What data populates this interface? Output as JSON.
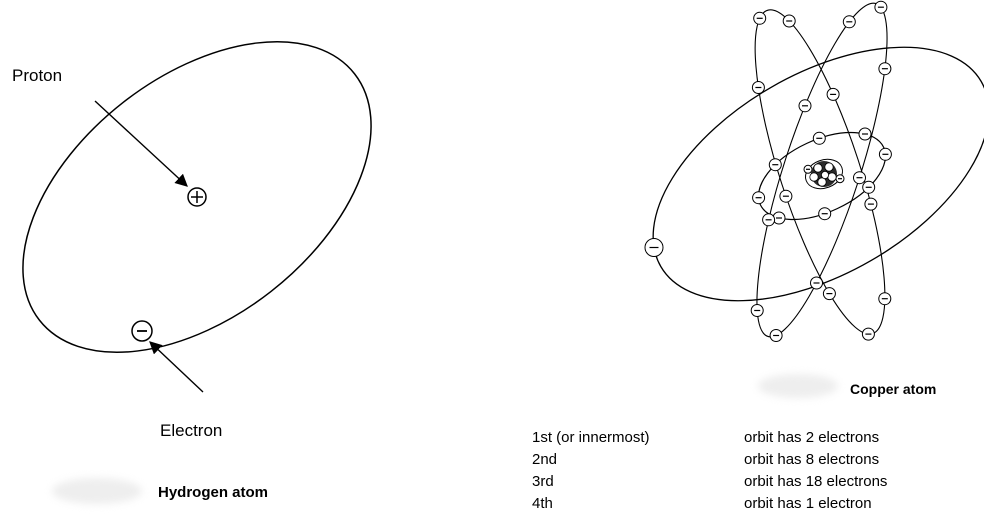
{
  "hydrogen": {
    "proton_label": "Proton",
    "electron_label": "Electron",
    "title": "Hydrogen atom",
    "proton_symbol": "+",
    "electron_symbol": "−"
  },
  "copper": {
    "title": "Copper atom",
    "electron_symbol": "−",
    "shells": [
      {
        "name": "1st (or innermost)",
        "desc": "orbit has 2 electrons",
        "electrons": 2
      },
      {
        "name": "2nd",
        "desc": "orbit has 8 electrons",
        "electrons": 8
      },
      {
        "name": "3rd",
        "desc": "orbit has 18 electrons",
        "electrons": 18
      },
      {
        "name": "4th",
        "desc": "orbit has 1 electron",
        "electrons": 1
      }
    ]
  }
}
